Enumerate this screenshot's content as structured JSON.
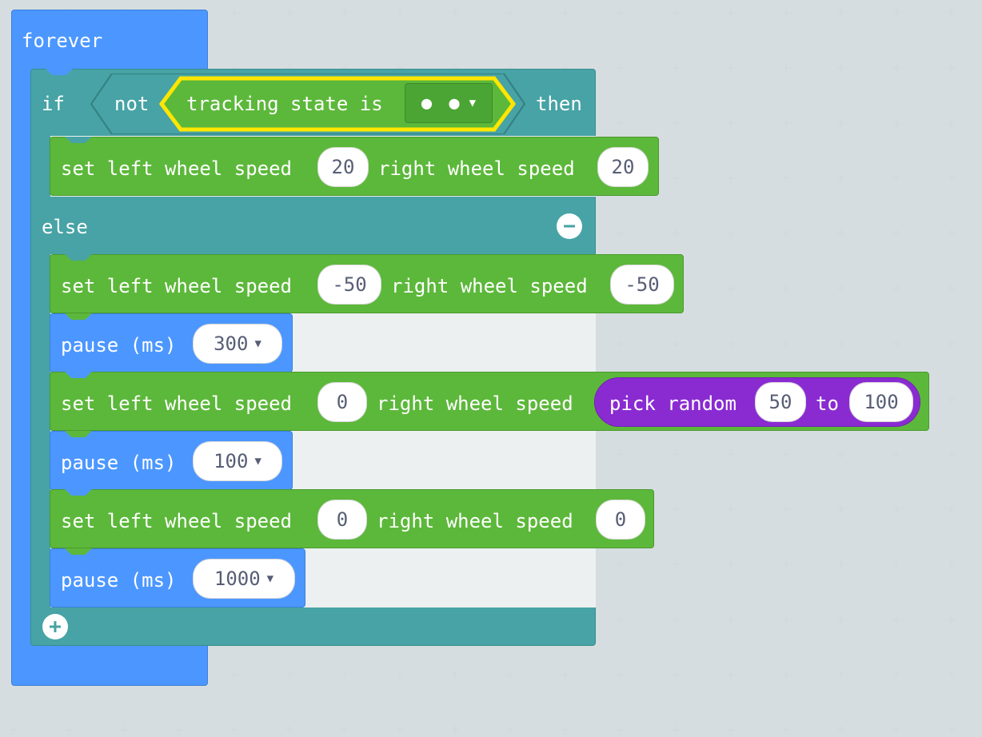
{
  "forever": {
    "label": "forever"
  },
  "if_block": {
    "if_label": "if",
    "not_label": "not",
    "condition_label": "tracking state is",
    "condition_value": "● ●",
    "then_label": "then",
    "else_label": "else"
  },
  "blocks": [
    {
      "label_left": "set left wheel speed",
      "left_value": "20",
      "label_right": "right wheel speed",
      "right_value": "20"
    },
    {
      "label_left": "set left wheel speed",
      "left_value": "-50",
      "label_right": "right wheel speed",
      "right_value": "-50"
    },
    {
      "pause_label": "pause (ms)",
      "pause_value": "300"
    },
    {
      "label_left": "set left wheel speed",
      "left_value": "0",
      "label_right": "right wheel speed",
      "random": {
        "label": "pick random",
        "from": "50",
        "to_label": "to",
        "to": "100"
      }
    },
    {
      "pause_label": "pause (ms)",
      "pause_value": "100"
    },
    {
      "label_left": "set left wheel speed",
      "left_value": "0",
      "label_right": "right wheel speed",
      "right_value": "0"
    },
    {
      "pause_label": "pause (ms)",
      "pause_value": "1000"
    }
  ],
  "icons": {
    "remove_else": "minus-circle-icon",
    "add_else": "plus-circle-icon",
    "dropdown": "caret-down-icon"
  },
  "colors": {
    "event": "#4c97ff",
    "logic": "#47a3a5",
    "motor": "#5cb83a",
    "math": "#8a2bd2",
    "highlight": "#ffe600",
    "workspace": "#ecf0f1"
  }
}
